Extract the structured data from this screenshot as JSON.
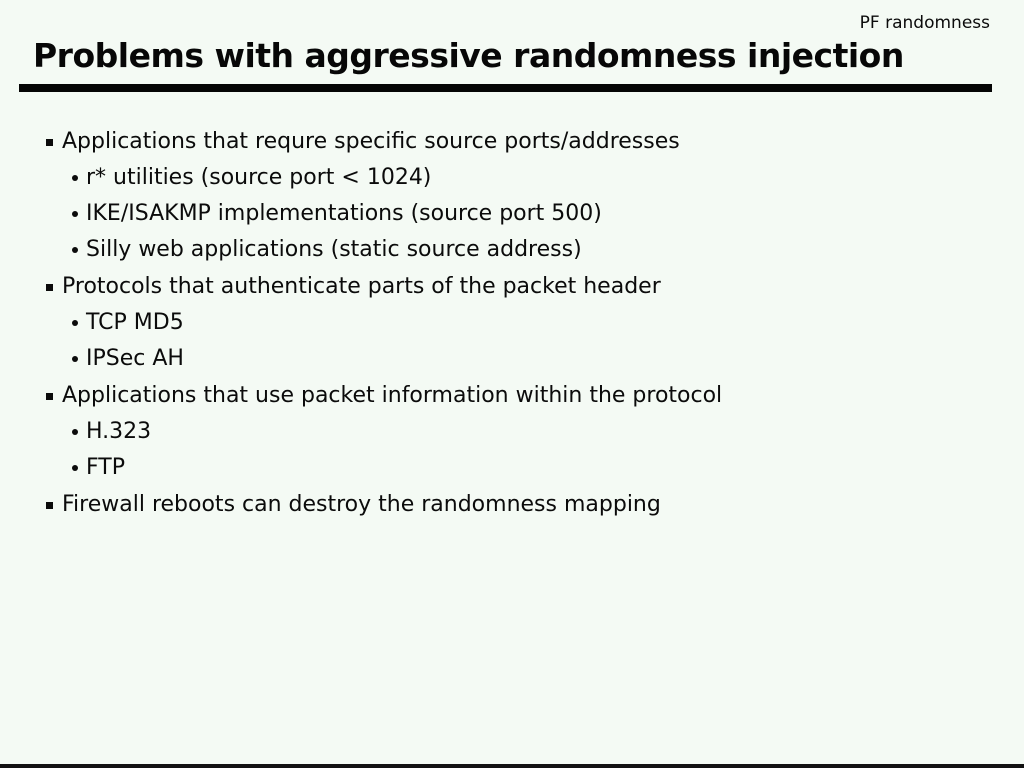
{
  "slide": {
    "corner_label": "PF randomness",
    "title": "Problems with aggressive randomness injection",
    "bullets": [
      {
        "level": 1,
        "text": "Applications that requre specific source ports/addresses"
      },
      {
        "level": 2,
        "text": "r* utilities (source port < 1024)"
      },
      {
        "level": 2,
        "text": "IKE/ISAKMP implementations (source port 500)"
      },
      {
        "level": 2,
        "text": "Silly web applications (static source address)"
      },
      {
        "level": 1,
        "text": "Protocols that authenticate parts of the packet header"
      },
      {
        "level": 2,
        "text": "TCP MD5"
      },
      {
        "level": 2,
        "text": "IPSec AH"
      },
      {
        "level": 1,
        "text": "Applications that use packet information within the protocol"
      },
      {
        "level": 2,
        "text": "H.323"
      },
      {
        "level": 2,
        "text": "FTP"
      },
      {
        "level": 1,
        "text": "Firewall reboots can destroy the randomness mapping"
      }
    ],
    "colors": {
      "background": "#f4faf4",
      "text": "#0b0b0b",
      "rule": "#050505"
    }
  }
}
